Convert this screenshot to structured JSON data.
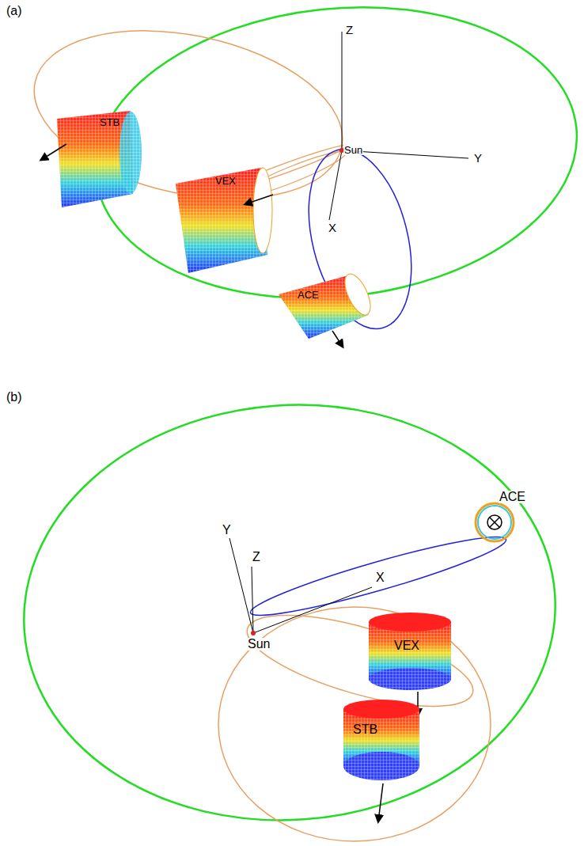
{
  "diagram": {
    "labels": [
      "(a)",
      "Z",
      "STB",
      "VEX",
      "Sun",
      "Y",
      "X",
      "ACE",
      "(b)",
      "Y",
      "Z",
      "ACE",
      "Sun",
      "X",
      "VEX",
      "STB"
    ]
  }
}
